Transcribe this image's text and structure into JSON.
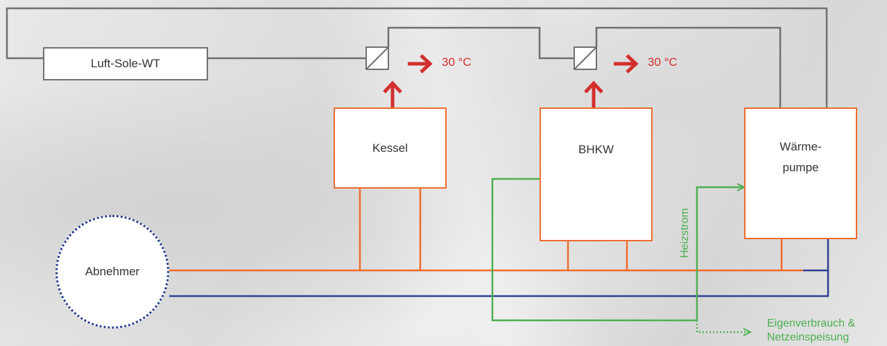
{
  "components": {
    "luft_sole_wt": "Luft-Sole-WT",
    "kessel": "Kessel",
    "bhkw": "BHKW",
    "waermepumpe": "Wärme-\npumpe",
    "abnehmer": "Abnehmer"
  },
  "temperatures": {
    "exchanger_1": "30 °C",
    "exchanger_2": "30 °C"
  },
  "electric": {
    "heizstrom": "Heizstrom",
    "output": "Eigenverbrauch &\nNetzeinspeisung"
  },
  "colors": {
    "heat_supply": "#ef6a2a",
    "return_line": "#2d3f8f",
    "electricity": "#4caf50",
    "brine": "#6f6f6f",
    "heat_output": "#d32f2f"
  }
}
